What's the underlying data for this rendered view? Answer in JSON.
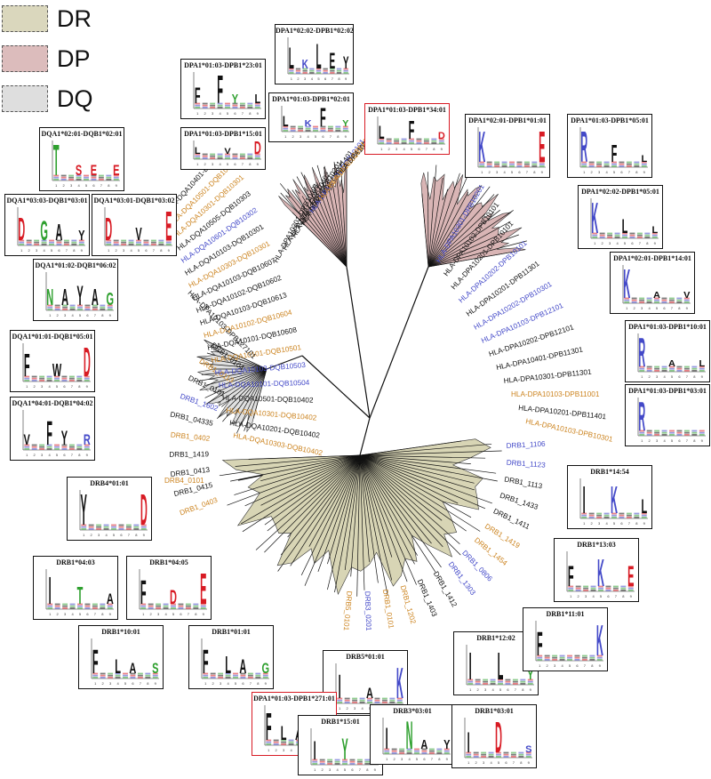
{
  "legend": [
    {
      "label": "DR",
      "color": "#dad7bd"
    },
    {
      "label": "DP",
      "color": "#dcbcbc"
    },
    {
      "label": "DQ",
      "color": "#dedede"
    }
  ],
  "colors": {
    "black": "#111111",
    "orange": "#cc8420",
    "blue": "#4349c8",
    "dr_fill": "#d8d5b5",
    "dp_fill": "#d9b5b5",
    "dq_fill": "#e0e0e0",
    "highlight": "#d81b24"
  },
  "logos": [
    {
      "title": "DPA1*02:02-DPB1*02:02",
      "letters": [
        {
          "c": "L",
          "col": "#111111",
          "h": 0.7
        },
        {
          "c": "K",
          "col": "#4349c8",
          "h": 0.3
        },
        {
          "c": "L",
          "col": "#111111",
          "h": 0.8
        },
        {
          "c": "E",
          "col": "#111111",
          "h": 0.5
        },
        {
          "c": "Y",
          "col": "#111111",
          "h": 0.4
        }
      ],
      "highlight": false
    },
    {
      "title": "DPA1*01:03-DPB1*23:01",
      "letters": [
        {
          "c": "F",
          "col": "#111111",
          "h": 0.5
        },
        {
          "c": "F",
          "col": "#111111",
          "h": 0.9
        },
        {
          "c": "Y",
          "col": "#2fa02f",
          "h": 0.3
        },
        {
          "c": "L",
          "col": "#111111",
          "h": 0.3
        }
      ],
      "highlight": false
    },
    {
      "title": "DPA1*01:03-DPB1*02:01",
      "letters": [
        {
          "c": "L",
          "col": "#111111",
          "h": 0.5
        },
        {
          "c": "K",
          "col": "#4349c8",
          "h": 0.3
        },
        {
          "c": "F",
          "col": "#111111",
          "h": 0.9
        },
        {
          "c": "Y",
          "col": "#2fa02f",
          "h": 0.3
        }
      ],
      "highlight": false
    },
    {
      "title": "DPA1*01:03-DPB1*34:01",
      "letters": [
        {
          "c": "L",
          "col": "#111111",
          "h": 0.6
        },
        {
          "c": "F",
          "col": "#111111",
          "h": 0.8
        },
        {
          "c": "D",
          "col": "#d81b24",
          "h": 0.3
        }
      ],
      "highlight": true
    },
    {
      "title": "DPA1*01:03-DPB1*15:01",
      "letters": [
        {
          "c": "L",
          "col": "#111111",
          "h": 0.5
        },
        {
          "c": "V",
          "col": "#111111",
          "h": 0.4
        },
        {
          "c": "D",
          "col": "#d81b24",
          "h": 0.9
        }
      ],
      "highlight": false
    },
    {
      "title": "DPA1*02:01-DPB1*01:01",
      "letters": [
        {
          "c": "K",
          "col": "#4349c8",
          "h": 0.9
        },
        {
          "c": "E",
          "col": "#d81b24",
          "h": 0.9
        }
      ],
      "highlight": false
    },
    {
      "title": "DPA1*01:03-DPB1*05:01",
      "letters": [
        {
          "c": "R",
          "col": "#4349c8",
          "h": 0.9
        },
        {
          "c": "F",
          "col": "#111111",
          "h": 0.5
        },
        {
          "c": "L",
          "col": "#111111",
          "h": 0.2
        }
      ],
      "highlight": false
    },
    {
      "title": "DQA1*02:01-DQB1*02:01",
      "letters": [
        {
          "c": "T",
          "col": "#2fa02f",
          "h": 0.9
        },
        {
          "c": "S",
          "col": "#d81b24",
          "h": 0.3
        },
        {
          "c": "E",
          "col": "#d81b24",
          "h": 0.3
        },
        {
          "c": "E",
          "col": "#d81b24",
          "h": 0.3
        }
      ],
      "highlight": false
    },
    {
      "title": "DPA1*02:02-DPB1*05:01",
      "letters": [
        {
          "c": "K",
          "col": "#4349c8",
          "h": 0.9
        },
        {
          "c": "L",
          "col": "#111111",
          "h": 0.4
        },
        {
          "c": "L",
          "col": "#111111",
          "h": 0.2
        }
      ],
      "highlight": false
    },
    {
      "title": "DQA1*03:03-DQB1*03:01",
      "letters": [
        {
          "c": "D",
          "col": "#d81b24",
          "h": 0.7
        },
        {
          "c": "G",
          "col": "#2fa02f",
          "h": 0.6
        },
        {
          "c": "A",
          "col": "#111111",
          "h": 0.5
        },
        {
          "c": "Y",
          "col": "#111111",
          "h": 0.3
        }
      ],
      "highlight": false
    },
    {
      "title": "DQA1*03:01-DQB1*03:02",
      "letters": [
        {
          "c": "D",
          "col": "#d81b24",
          "h": 0.7
        },
        {
          "c": "V",
          "col": "#111111",
          "h": 0.4
        },
        {
          "c": "E",
          "col": "#d81b24",
          "h": 0.9
        }
      ],
      "highlight": false
    },
    {
      "title": "DPA1*02:01-DPB1*14:01",
      "letters": [
        {
          "c": "K",
          "col": "#4349c8",
          "h": 0.9
        },
        {
          "c": "A",
          "col": "#111111",
          "h": 0.2
        },
        {
          "c": "V",
          "col": "#111111",
          "h": 0.2
        }
      ],
      "highlight": false
    },
    {
      "title": "DQA1*01:02-DQB1*06:02",
      "letters": [
        {
          "c": "N",
          "col": "#2fa02f",
          "h": 0.5
        },
        {
          "c": "A",
          "col": "#111111",
          "h": 0.5
        },
        {
          "c": "Y",
          "col": "#111111",
          "h": 0.6
        },
        {
          "c": "A",
          "col": "#111111",
          "h": 0.5
        },
        {
          "c": "G",
          "col": "#2fa02f",
          "h": 0.4
        }
      ],
      "highlight": false
    },
    {
      "title": "DPA1*01:03-DPB1*10:01",
      "letters": [
        {
          "c": "R",
          "col": "#4349c8",
          "h": 0.9
        },
        {
          "c": "A",
          "col": "#111111",
          "h": 0.2
        },
        {
          "c": "L",
          "col": "#111111",
          "h": 0.2
        }
      ],
      "highlight": false
    },
    {
      "title": "DQA1*01:01-DQB1*05:01",
      "letters": [
        {
          "c": "F",
          "col": "#111111",
          "h": 0.7
        },
        {
          "c": "W",
          "col": "#111111",
          "h": 0.4
        },
        {
          "c": "D",
          "col": "#d81b24",
          "h": 0.9
        }
      ],
      "highlight": false
    },
    {
      "title": "DPA1*01:03-DPB1*03:01",
      "letters": [
        {
          "c": "R",
          "col": "#4349c8",
          "h": 0.9
        }
      ],
      "highlight": false
    },
    {
      "title": "DQA1*04:01-DQB1*04:02",
      "letters": [
        {
          "c": "V",
          "col": "#111111",
          "h": 0.3
        },
        {
          "c": "F",
          "col": "#111111",
          "h": 0.7
        },
        {
          "c": "Y",
          "col": "#111111",
          "h": 0.4
        },
        {
          "c": "R",
          "col": "#4349c8",
          "h": 0.3
        }
      ],
      "highlight": false
    },
    {
      "title": "DRB4*01:01",
      "letters": [
        {
          "c": "Y",
          "col": "#111111",
          "h": 0.9
        },
        {
          "c": "D",
          "col": "#d81b24",
          "h": 0.9
        }
      ],
      "highlight": false
    },
    {
      "title": "DRB1*14:54",
      "letters": [
        {
          "c": "I",
          "col": "#111111",
          "h": 0.8
        },
        {
          "c": "K",
          "col": "#4349c8",
          "h": 0.8
        },
        {
          "c": "L",
          "col": "#111111",
          "h": 0.4
        }
      ],
      "highlight": false
    },
    {
      "title": "DRB1*04:03",
      "letters": [
        {
          "c": "I",
          "col": "#111111",
          "h": 0.8
        },
        {
          "c": "T",
          "col": "#2fa02f",
          "h": 0.5
        },
        {
          "c": "A",
          "col": "#111111",
          "h": 0.3
        }
      ],
      "highlight": false
    },
    {
      "title": "DRB1*04:05",
      "letters": [
        {
          "c": "F",
          "col": "#111111",
          "h": 0.7
        },
        {
          "c": "D",
          "col": "#d81b24",
          "h": 0.4
        },
        {
          "c": "E",
          "col": "#d81b24",
          "h": 0.9
        }
      ],
      "highlight": false
    },
    {
      "title": "DRB1*13:03",
      "letters": [
        {
          "c": "F",
          "col": "#111111",
          "h": 0.6
        },
        {
          "c": "K",
          "col": "#4349c8",
          "h": 0.8
        },
        {
          "c": "E",
          "col": "#d81b24",
          "h": 0.6
        }
      ],
      "highlight": false
    },
    {
      "title": "DRB1*10:01",
      "letters": [
        {
          "c": "F",
          "col": "#111111",
          "h": 0.7
        },
        {
          "c": "L",
          "col": "#111111",
          "h": 0.4
        },
        {
          "c": "A",
          "col": "#111111",
          "h": 0.3
        },
        {
          "c": "S",
          "col": "#2fa02f",
          "h": 0.3
        }
      ],
      "highlight": false
    },
    {
      "title": "DRB1*01:01",
      "letters": [
        {
          "c": "F",
          "col": "#111111",
          "h": 0.7
        },
        {
          "c": "L",
          "col": "#111111",
          "h": 0.5
        },
        {
          "c": "A",
          "col": "#111111",
          "h": 0.4
        },
        {
          "c": "G",
          "col": "#2fa02f",
          "h": 0.3
        }
      ],
      "highlight": false
    },
    {
      "title": "DRB1*12:02",
      "letters": [
        {
          "c": "I",
          "col": "#111111",
          "h": 0.8
        },
        {
          "c": "L",
          "col": "#111111",
          "h": 0.8
        },
        {
          "c": "Y",
          "col": "#2fa02f",
          "h": 0.3
        }
      ],
      "highlight": false
    },
    {
      "title": "DRB1*11:01",
      "letters": [
        {
          "c": "F",
          "col": "#111111",
          "h": 0.7
        },
        {
          "c": "K",
          "col": "#4349c8",
          "h": 0.9
        }
      ],
      "highlight": false
    },
    {
      "title": "DRB5*01:01",
      "letters": [
        {
          "c": "I",
          "col": "#111111",
          "h": 0.7
        },
        {
          "c": "A",
          "col": "#111111",
          "h": 0.3
        },
        {
          "c": "K",
          "col": "#4349c8",
          "h": 0.9
        }
      ],
      "highlight": false
    },
    {
      "title": "DPA1*01:03-DPB1*271:01",
      "letters": [
        {
          "c": "F",
          "col": "#111111",
          "h": 0.8
        },
        {
          "c": "L",
          "col": "#111111",
          "h": 0.4
        },
        {
          "c": "A",
          "col": "#111111",
          "h": 0.3
        },
        {
          "c": "G",
          "col": "#111111",
          "h": 0.3
        },
        {
          "c": "S",
          "col": "#2fa02f",
          "h": 0.3
        }
      ],
      "highlight": true
    },
    {
      "title": "DRB1*15:01",
      "letters": [
        {
          "c": "I",
          "col": "#111111",
          "h": 0.6
        },
        {
          "c": "Y",
          "col": "#2fa02f",
          "h": 0.7
        },
        {
          "c": "S",
          "col": "#2fa02f",
          "h": 0.3
        }
      ],
      "highlight": false
    },
    {
      "title": "DRB3*03:01",
      "letters": [
        {
          "c": "I",
          "col": "#111111",
          "h": 0.7
        },
        {
          "c": "N",
          "col": "#2fa02f",
          "h": 0.9
        },
        {
          "c": "A",
          "col": "#111111",
          "h": 0.3
        },
        {
          "c": "Y",
          "col": "#111111",
          "h": 0.3
        }
      ],
      "highlight": false
    },
    {
      "title": "DRB1*03:01",
      "letters": [
        {
          "c": "I",
          "col": "#111111",
          "h": 0.6
        },
        {
          "c": "D",
          "col": "#d81b24",
          "h": 0.9
        },
        {
          "c": "S",
          "col": "#4349c8",
          "h": 0.2
        }
      ],
      "highlight": false
    }
  ],
  "tree_labels": [
    {
      "text": "HLA-DPA10301-DPB10401",
      "color": "#111111"
    },
    {
      "text": "HLA-DPA10301-DPB10402",
      "color": "#111111"
    },
    {
      "text": "HLA-DPA10201-DPB10201",
      "color": "#111111"
    },
    {
      "text": "HLA-DPA10201-DPB11401",
      "color": "#111111"
    },
    {
      "text": "HLA-DPA10301-DPB10101",
      "color": "#4349c8"
    },
    {
      "text": "HLA-DPA10103-DPB11501",
      "color": "#cc8420"
    },
    {
      "text": "HLA-DPA10103-DPB10101",
      "color": "#cc8420"
    },
    {
      "text": "HLA-DPA10301-DPB10101",
      "color": "#111111"
    },
    {
      "text": "HLA-DPA10301-DPB10201",
      "color": "#4349c8"
    },
    {
      "text": "HLA-DPA10103-DPB10101",
      "color": "#111111"
    },
    {
      "text": "HLA-DPA10201-DPB10101",
      "color": "#111111"
    },
    {
      "text": "HLA-DPA10202-DPB10101",
      "color": "#4349c8"
    },
    {
      "text": "HLA-DPA10201-DPB11301",
      "color": "#111111"
    },
    {
      "text": "HLA-DPA10202-DPB10301",
      "color": "#4349c8"
    },
    {
      "text": "HLA-DPA10103-DPB12101",
      "color": "#4349c8"
    },
    {
      "text": "HLA-DPA10202-DPB12101",
      "color": "#111111"
    },
    {
      "text": "HLA-DPA10401-DPB11301",
      "color": "#111111"
    },
    {
      "text": "HLA-DPA10301-DPB11301",
      "color": "#111111"
    },
    {
      "text": "HLA-DPA10103-DPB11001",
      "color": "#cc8420"
    },
    {
      "text": "HLA-DPA10201-DPB11401",
      "color": "#111111"
    },
    {
      "text": "HLA-DPA10103-DPB10301",
      "color": "#cc8420"
    },
    {
      "text": "HLA-DQA10401-DQB10201",
      "color": "#111111"
    },
    {
      "text": "HLA-DQA10501-DQB10201",
      "color": "#cc8420"
    },
    {
      "text": "HLA-DQA10301-DQB10301",
      "color": "#cc8420"
    },
    {
      "text": "HLA-DQA10505-DQB10303",
      "color": "#111111"
    },
    {
      "text": "HLA-DQA10601-DQB10302",
      "color": "#4349c8"
    },
    {
      "text": "HLA-DQA10103-DQB10301",
      "color": "#111111"
    },
    {
      "text": "HLA-DQA10303-DQB10301",
      "color": "#cc8420"
    },
    {
      "text": "HLA-DQA10103-DQB10607",
      "color": "#111111"
    },
    {
      "text": "HLA-DQA10102-DQB10602",
      "color": "#111111"
    },
    {
      "text": "HLA-DQA10103-DQB10613",
      "color": "#111111"
    },
    {
      "text": "HLA-DQA10102-DQB10604",
      "color": "#cc8420"
    },
    {
      "text": "HLA-DQA10101-DQB10608",
      "color": "#111111"
    },
    {
      "text": "HLA-DQA10101-DQB10501",
      "color": "#cc8420"
    },
    {
      "text": "HLA-DQA10103-DQB10503",
      "color": "#4349c8"
    },
    {
      "text": "HLA-DQA10101-DQB10504",
      "color": "#4349c8"
    },
    {
      "text": "HLA-DQA10501-DQB10402",
      "color": "#111111"
    },
    {
      "text": "HLA-DQA10301-DQB10402",
      "color": "#cc8420"
    },
    {
      "text": "HLA-DQA10201-DQB10402",
      "color": "#111111"
    },
    {
      "text": "HLA-DQA10303-DQB10402",
      "color": "#cc8420"
    },
    {
      "text": "DRB4_0101",
      "color": "#cc8420"
    },
    {
      "text": "DRB1_0403",
      "color": "#cc8420"
    },
    {
      "text": "DRB1_0415",
      "color": "#111111"
    },
    {
      "text": "DRB1_0413",
      "color": "#111111"
    },
    {
      "text": "DRB1_1419",
      "color": "#111111"
    },
    {
      "text": "DRB1_0402",
      "color": "#cc8420"
    },
    {
      "text": "DRB1_04335",
      "color": "#111111"
    },
    {
      "text": "DRB1_1602",
      "color": "#4349c8"
    },
    {
      "text": "DRB1_0101",
      "color": "#111111"
    },
    {
      "text": "DRB1_0113",
      "color": "#cc8420"
    },
    {
      "text": "DRB1_0104",
      "color": "#111111"
    },
    {
      "text": "HLA-DPA10103-DPB127101",
      "color": "#111111"
    },
    {
      "text": "DRB5_0101",
      "color": "#cc8420"
    },
    {
      "text": "DRB3_0201",
      "color": "#4349c8"
    },
    {
      "text": "DRB1_0101",
      "color": "#cc8420"
    },
    {
      "text": "DRB1_1202",
      "color": "#cc8420"
    },
    {
      "text": "DRB1_1403",
      "color": "#111111"
    },
    {
      "text": "DRB1_1412",
      "color": "#111111"
    },
    {
      "text": "DRB1_1303",
      "color": "#4349c8"
    },
    {
      "text": "DRB1_0806",
      "color": "#4349c8"
    },
    {
      "text": "DRB1_1454",
      "color": "#cc8420"
    },
    {
      "text": "DRB1_1419",
      "color": "#cc8420"
    },
    {
      "text": "DRB1_1411",
      "color": "#111111"
    },
    {
      "text": "DRB1_1433",
      "color": "#111111"
    },
    {
      "text": "DRB1_1113",
      "color": "#111111"
    },
    {
      "text": "DRB1_1123",
      "color": "#4349c8"
    },
    {
      "text": "DRB1_1106",
      "color": "#4349c8"
    }
  ]
}
